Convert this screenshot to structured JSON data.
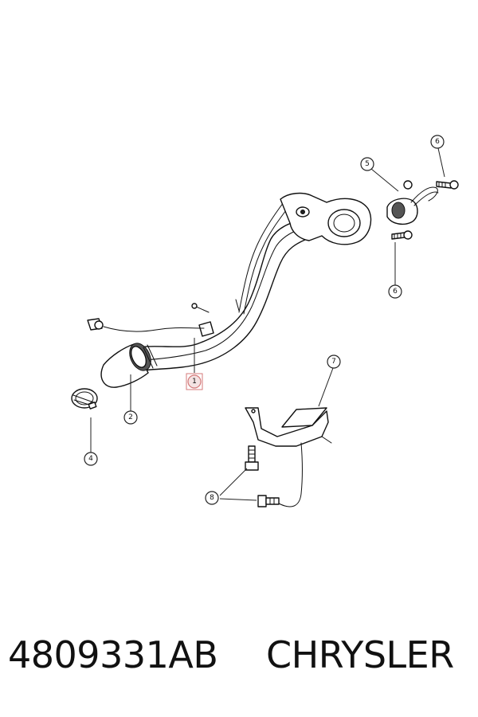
{
  "callouts": {
    "c1": "1",
    "c2": "2",
    "c4": "4",
    "c5": "5",
    "c6a": "6",
    "c6b": "6",
    "c7": "7",
    "c8": "8"
  },
  "footer": {
    "part_number": "4809331AB",
    "brand": "CHRYSLER"
  },
  "colors": {
    "line": "#111111",
    "highlight": "#d47a7a"
  }
}
